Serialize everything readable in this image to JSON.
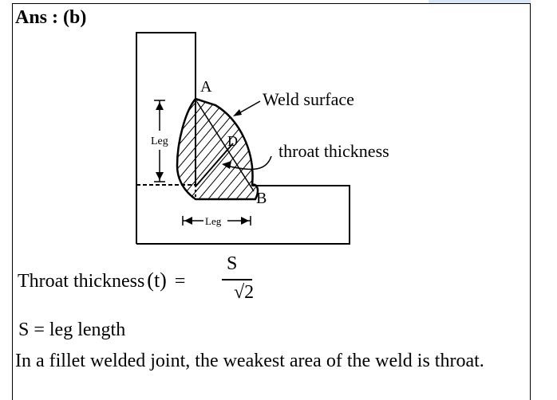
{
  "answer_label": "Ans : (b)",
  "diagram": {
    "label_a": "A",
    "label_b": "B",
    "label_d": "D",
    "leg_vertical": "Leg",
    "leg_horizontal": "Leg",
    "weld_surface": "Weld surface",
    "throat_thickness": "throat thickness"
  },
  "formula": {
    "lhs": "Throat thickness",
    "paren_t": "(t)",
    "equals": "=",
    "numerator": "S",
    "denominator": "√2"
  },
  "definition": "S = leg length",
  "paragraph": "In a fillet welded joint, the weakest area of the weld is throat."
}
